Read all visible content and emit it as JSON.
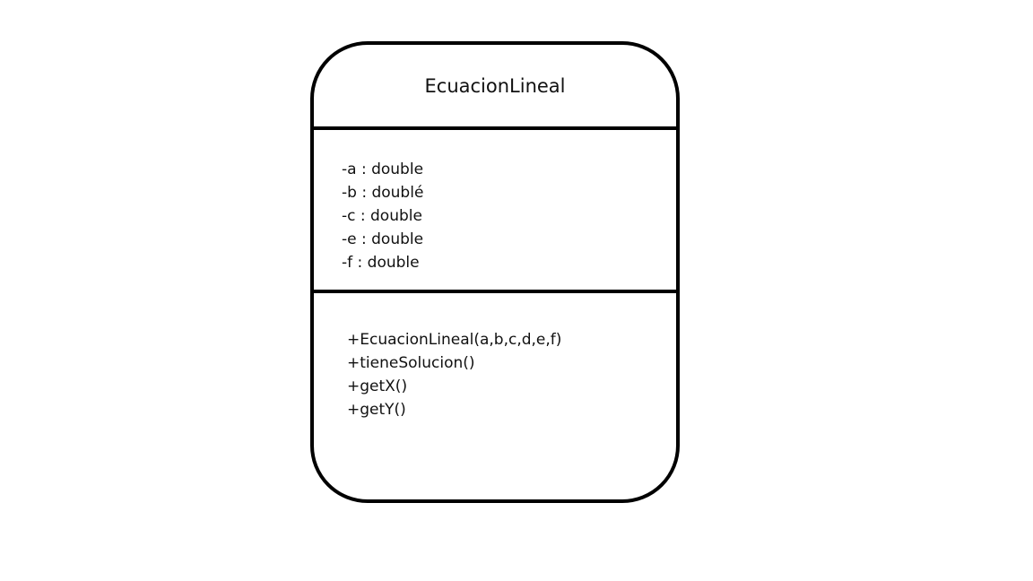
{
  "diagram": {
    "class_name": "EcuacionLineal",
    "attributes": [
      "-a : double",
      "-b : doublé",
      "-c : double",
      "-e : double",
      "-f : double"
    ],
    "methods": [
      "+EcuacionLineal(a,b,c,d,e,f)",
      "+tieneSolucion()",
      "+getX()",
      "+getY()"
    ]
  }
}
